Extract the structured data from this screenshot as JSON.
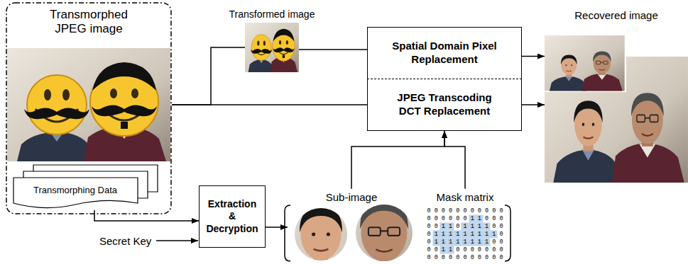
{
  "diagram": {
    "nodes": [
      {
        "text": [
          "Transmorphed JPEG image"
        ]
      },
      {
        "text": [
          "Transmorphing Data"
        ],
        "in": 0
      },
      {
        "text": [
          "Transformed image"
        ]
      },
      {
        "text": [
          "Spatial Domain Pixel Replacement"
        ]
      },
      {
        "text": [
          "JPEG Transcoding DCT Replacement"
        ]
      },
      {
        "text": [
          "Recovered image"
        ]
      },
      {
        "text": [
          "Extraction & Decryption"
        ]
      },
      {
        "text": [
          "Sub-image"
        ]
      },
      {
        "text": [
          "Mask matrix"
        ]
      }
    ],
    "edges": [
      {
        "from": 0,
        "to": 2,
        "arrow": "none"
      },
      {
        "from": 2,
        "to": 3,
        "arrow": "none"
      },
      {
        "from": 0,
        "to": 4,
        "arrow": "none"
      },
      {
        "from": 3,
        "to": 5,
        "arrow": "to"
      },
      {
        "from": 4,
        "to": 5,
        "arrow": "to"
      },
      {
        "from": 1,
        "to": 6,
        "arrow": "to"
      },
      {
        "from": 6,
        "to": 7,
        "arrow": "to"
      },
      {
        "from": 7,
        "to": 4,
        "arrow": "to"
      },
      {
        "from": 8,
        "to": 4,
        "arrow": "to"
      }
    ],
    "labels": [
      "Secret Key",
      "0 0 0 0 0 0 0 0 0 0 0",
      "0 0 0 0 0 0 1 1 0 0 0",
      "0 0 1 1 0 1 1 1 1 0 0",
      "0 1 1 1 1 1 1 1 1 1 0",
      "0 1 1 1 1 1 1 1 1 0 0",
      "0 0 1 1 0 0 0 0 0 0 0",
      "0 0 0 0 0 0 0 0 0 0 0"
    ]
  }
}
